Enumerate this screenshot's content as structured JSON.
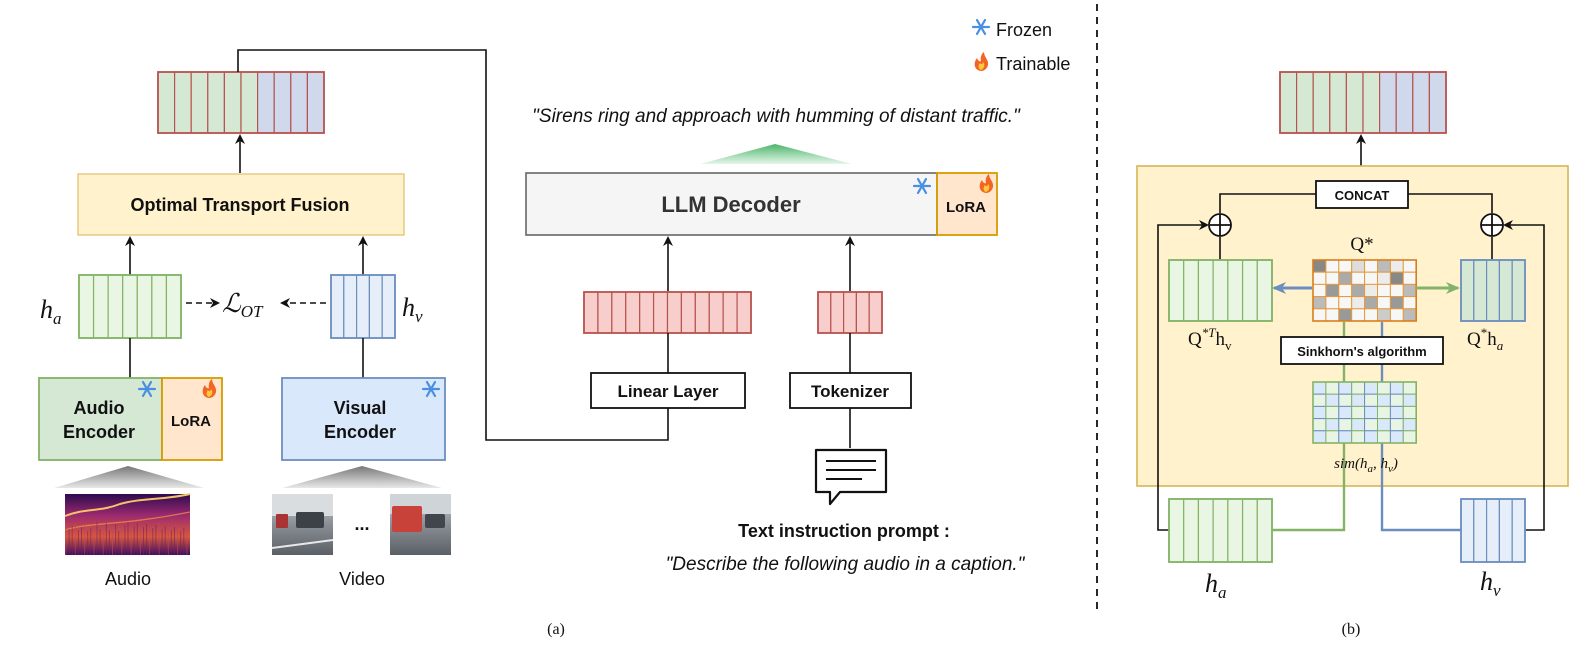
{
  "legend": {
    "frozen_label": "Frozen",
    "trainable_label": "Trainable",
    "frozen_icon": "snowflake-icon",
    "trainable_icon": "flame-icon"
  },
  "panel_a": {
    "label": "(a)",
    "ot_fusion_label": "Optimal Transport Fusion",
    "audio_encoder_line1": "Audio",
    "audio_encoder_line2": "Encoder",
    "visual_encoder_line1": "Visual",
    "visual_encoder_line2": "Encoder",
    "lora_label": "LoRA",
    "ha_symbol": "h",
    "ha_sub": "a",
    "hv_symbol": "h",
    "hv_sub": "v",
    "loss_symbol": "ℒ",
    "loss_sub": "OT",
    "audio_caption": "Audio",
    "video_caption": "Video",
    "video_ellipsis": "...",
    "output_caption": "\"Sirens ring and approach with humming of distant traffic.\"",
    "llm_decoder_label": "LLM Decoder",
    "decoder_lora_label": "LoRA",
    "linear_layer_label": "Linear Layer",
    "tokenizer_label": "Tokenizer",
    "prompt_title": "Text instruction prompt :",
    "prompt_text": "\"Describe the following audio in a caption.\""
  },
  "panel_b": {
    "label": "(b)",
    "concat_label": "CONCAT",
    "q_star_label": "Q*",
    "sinkhorn_label": "Sinkhorn's algorithm",
    "sim_label": "sim(h",
    "sim_label_a": "a",
    "sim_label_mid": ", h",
    "sim_label_v": "v",
    "sim_label_end": ")",
    "left_product_main": "Q",
    "left_product_sup": "*T",
    "left_product_h": "h",
    "left_product_sub": "v",
    "right_product_main": "Q",
    "right_product_sup": "*",
    "right_product_h": "h",
    "right_product_sub": "a",
    "ha_symbol": "h",
    "ha_sub": "a",
    "hv_symbol": "h",
    "hv_sub": "v"
  },
  "colors": {
    "green_fill": "#eaf6e4",
    "green_stroke": "#82b366",
    "blue_fill": "#e6eef9",
    "blue_stroke": "#6c8ebf",
    "red_fill": "#f8cecc",
    "red_stroke": "#b85450",
    "yellow_fill": "#fff2cc",
    "yellow_stroke": "#d6b656",
    "orange_fill": "#ffe6cc",
    "orange_stroke": "#d79b00"
  }
}
